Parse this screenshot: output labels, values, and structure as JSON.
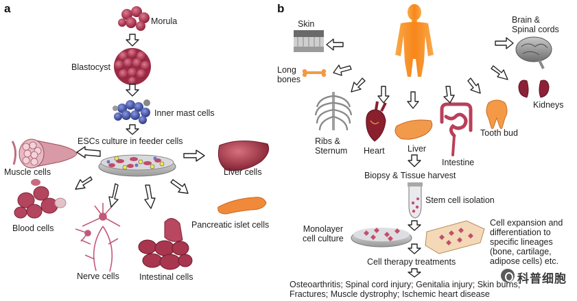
{
  "panel_a": {
    "letter": "a",
    "morula": "Morula",
    "blastocyst": "Blastocyst",
    "inner_mast": "Inner mast cells",
    "escs": "ESCs culture in feeder cells",
    "muscle": "Muscle cells",
    "liver": "Liver cells",
    "blood": "Blood cells",
    "pancreatic": "Pancreatic islet cells",
    "nerve": "Nerve cells",
    "intestinal": "Intestinal cells"
  },
  "panel_b": {
    "letter": "b",
    "skin": "Skin",
    "long_bones": "Long\nbones",
    "brain": "Brain &\nSpinal cords",
    "kidneys": "Kidneys",
    "ribs": "Ribs &\nSternum",
    "heart": "Heart",
    "liver": "Liver",
    "intestine": "Intestine",
    "tooth": "Tooth bud",
    "biopsy": "Biopsy & Tissue harvest",
    "stem": "Stem cell isolation",
    "monolayer": "Monolayer\ncell culture",
    "expansion": "Cell expansion and\ndifferentiation to\nspecific lineages\n(bone, cartilage,\nadipose cells) etc.",
    "therapy": "Cell therapy treatments",
    "outcomes_line1": "Osteoarthritis; Spinal cord injury; Genitalia injury; Skin burns;",
    "outcomes_line2": "Fractures; Muscle dystrophy; Ischemic heart disease"
  },
  "watermark": "科普细胞",
  "colors": {
    "embryo": "#b0354f",
    "inner_cells": "#4a5aa8",
    "liver": "#a83a4a",
    "pancreas": "#f08a3a",
    "body": "#f7921e",
    "tissue_pink": "#c0506a",
    "arrow_stroke": "#222222"
  }
}
